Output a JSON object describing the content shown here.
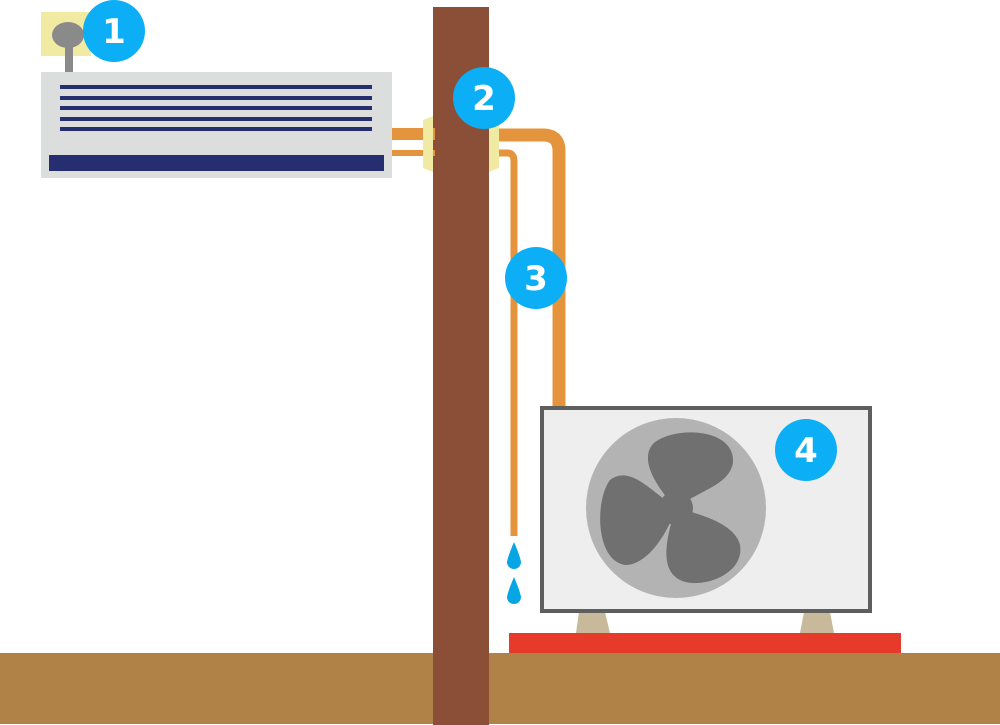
{
  "diagram": {
    "title": "Split air conditioner installation diagram",
    "colors": {
      "badge": "#0caef5",
      "badge_text": "#ffffff",
      "wall": "#8b4f37",
      "ground": "#b08247",
      "pipe": "#e4943c",
      "sleeve": "#f0eaa2",
      "indoor_unit_body": "#dcdddd",
      "indoor_unit_vents": "#252e6e",
      "outdoor_unit_body": "#eeeeee",
      "outdoor_unit_frame": "#5e5e5e",
      "fan_guard": "#b3b3b3",
      "fan_blades": "#707070",
      "stand_feet": "#c8b99a",
      "base_pad": "#e63a2a",
      "water_drop": "#05a6e3",
      "power_socket": "#f0eaa2",
      "plug": "#8a8a8a"
    },
    "callouts": [
      {
        "number": "1",
        "target": "power-socket"
      },
      {
        "number": "2",
        "target": "wall-pipe-sleeve"
      },
      {
        "number": "3",
        "target": "refrigerant-and-drain-pipes"
      },
      {
        "number": "4",
        "target": "outdoor-unit"
      }
    ],
    "components": [
      {
        "name": "indoor-unit",
        "vent_slats": 5
      },
      {
        "name": "wall"
      },
      {
        "name": "refrigerant-pipe"
      },
      {
        "name": "drain-pipe",
        "water_drops": 2
      },
      {
        "name": "outdoor-unit",
        "fan_blades": 3
      },
      {
        "name": "base-pad"
      },
      {
        "name": "ground"
      }
    ]
  }
}
